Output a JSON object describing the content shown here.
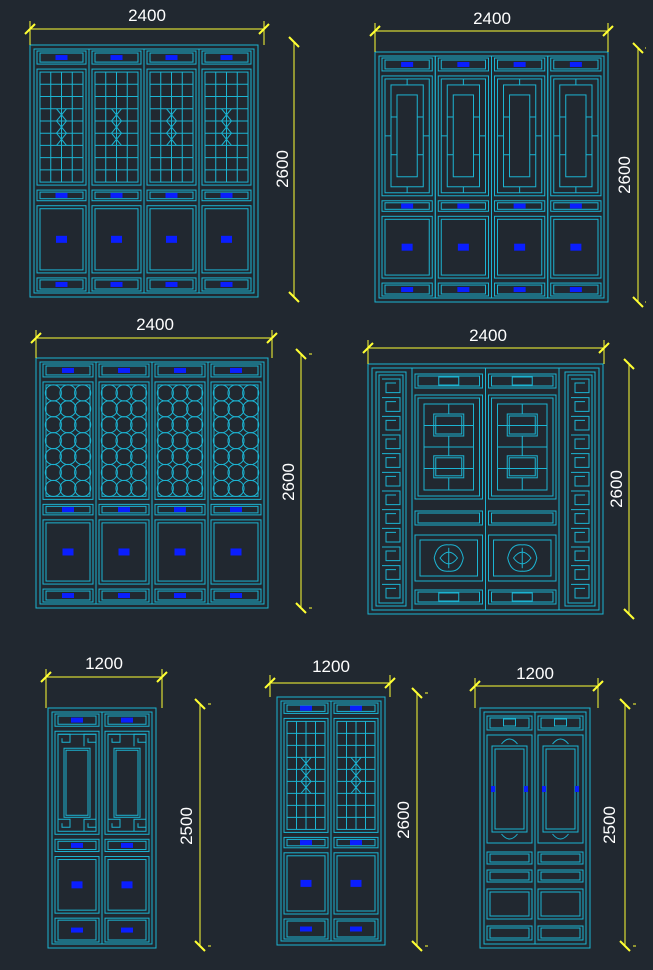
{
  "colors": {
    "background": "#212830",
    "door_line": "#1cb4d2",
    "door_line_dark": "#1590a8",
    "dimension_line": "#ffff33",
    "dimension_text": "#ffffff",
    "label_block": "#0a1eff"
  },
  "drawings": [
    {
      "name": "door-set-1",
      "panels": 4,
      "style": "lattice-grid",
      "width_label": "2400",
      "height_label": "2600"
    },
    {
      "name": "door-set-2",
      "panels": 4,
      "style": "lattice-frame",
      "width_label": "2400",
      "height_label": "2600"
    },
    {
      "name": "door-set-3",
      "panels": 4,
      "style": "floral-lattice",
      "width_label": "2400",
      "height_label": "2600"
    },
    {
      "name": "door-set-4",
      "panels": 2,
      "style": "fret-border",
      "width_label": "2400",
      "height_label": "2600"
    },
    {
      "name": "door-set-5",
      "panels": 2,
      "style": "fret-window",
      "width_label": "1200",
      "height_label": "2500"
    },
    {
      "name": "door-set-6",
      "panels": 2,
      "style": "lattice-grid",
      "width_label": "1200",
      "height_label": "2600"
    },
    {
      "name": "door-set-7",
      "panels": 2,
      "style": "ornament-window",
      "width_label": "1200",
      "height_label": "2500"
    }
  ]
}
